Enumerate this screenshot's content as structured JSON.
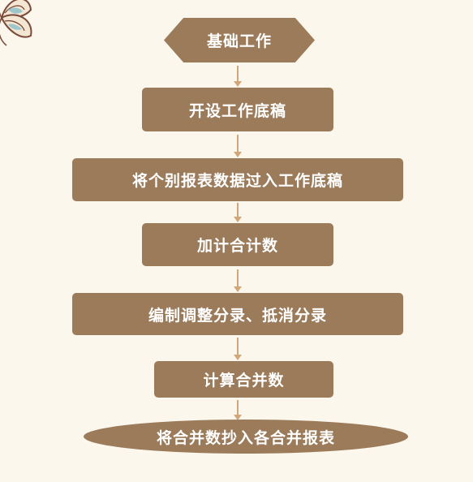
{
  "flowchart": {
    "steps": [
      "基础工作",
      "开设工作底稿",
      "将个别报表数据过入工作底稿",
      "加计合计数",
      "编制调整分录、抵消分录",
      "计算合并数",
      "将合并数抄入各合并报表"
    ]
  },
  "colors": {
    "background": "#fbf7ec",
    "node_fill": "#9c7b5b",
    "node_text": "#ffffff",
    "arrow": "#d1a77a"
  },
  "decoration": {
    "icon": "flower-ornament-icon"
  }
}
